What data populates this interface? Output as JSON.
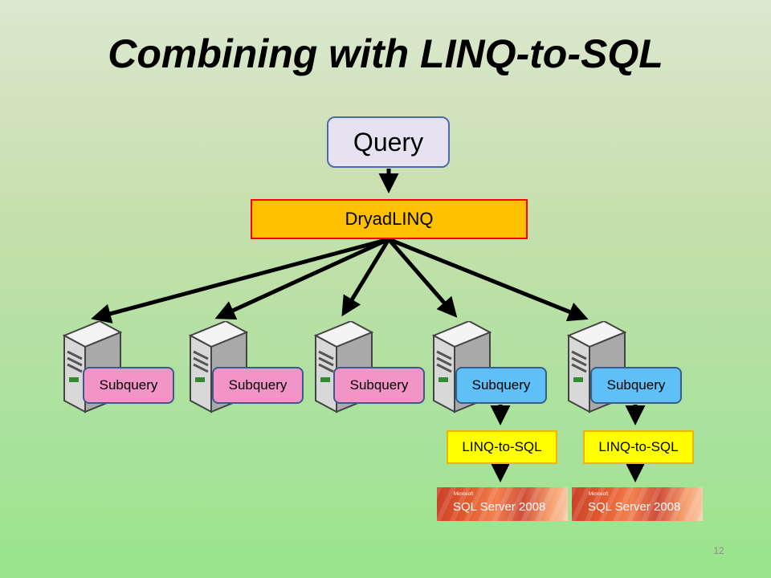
{
  "title": "Combining with LINQ-to-SQL",
  "query_label": "Query",
  "dryad_label": "DryadLINQ",
  "subqueries": [
    {
      "label": "Subquery",
      "color": "#f394c7"
    },
    {
      "label": "Subquery",
      "color": "#f394c7"
    },
    {
      "label": "Subquery",
      "color": "#f394c7"
    },
    {
      "label": "Subquery",
      "color": "#5ec0f6"
    },
    {
      "label": "Subquery",
      "color": "#5ec0f6"
    }
  ],
  "linq_labels": [
    "LINQ-to-SQL",
    "LINQ-to-SQL"
  ],
  "logo_text": "SQL Server 2008",
  "logo_small": "Microsoft",
  "page_number": "12",
  "colors": {
    "query_fill": "#e6e2f2",
    "dryad_fill": "#ffc000",
    "dryad_border": "#ff0000",
    "linq_fill": "#ffff00"
  }
}
